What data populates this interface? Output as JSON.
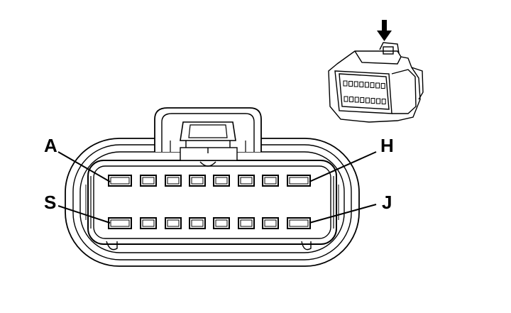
{
  "colors": {
    "stroke": "#000000",
    "background": "#ffffff"
  },
  "labels": {
    "top_left": "A",
    "top_right": "H",
    "bottom_left": "S",
    "bottom_right": "J"
  },
  "rows": {
    "top_cavities": 8,
    "bottom_cavities": 8
  },
  "inset_icon": "connector-perspective-icon",
  "indicator_icon": "down-arrow-icon"
}
